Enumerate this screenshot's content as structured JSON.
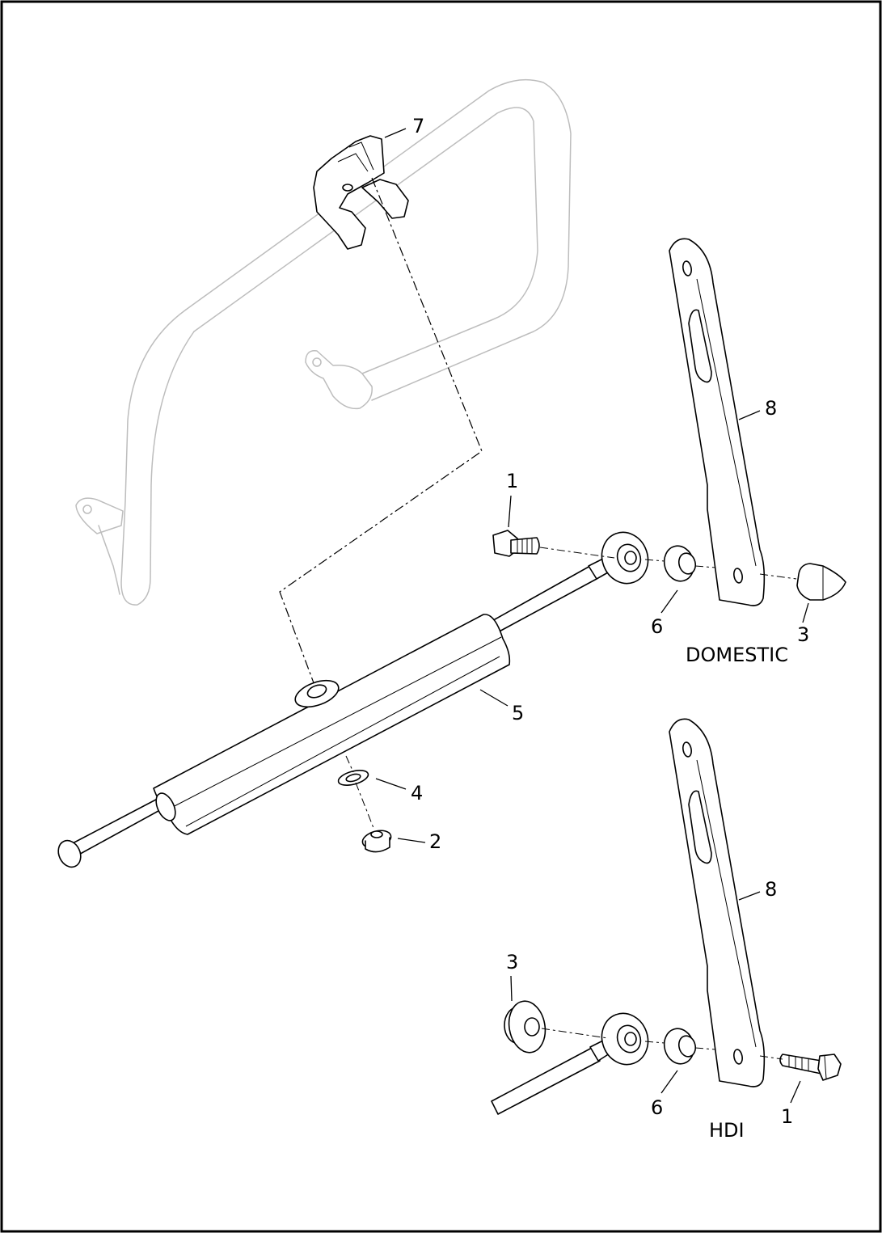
{
  "diagram": {
    "callouts": {
      "c7": "7",
      "c8_top": "8",
      "c1_top": "1",
      "c6_top": "6",
      "c3_top": "3",
      "c5": "5",
      "c4": "4",
      "c2": "2",
      "c8_bottom": "8",
      "c3_bottom": "3",
      "c6_bottom": "6",
      "c1_bottom": "1"
    },
    "regions": {
      "domestic": "DOMESTIC",
      "hdi": "HDI"
    }
  }
}
